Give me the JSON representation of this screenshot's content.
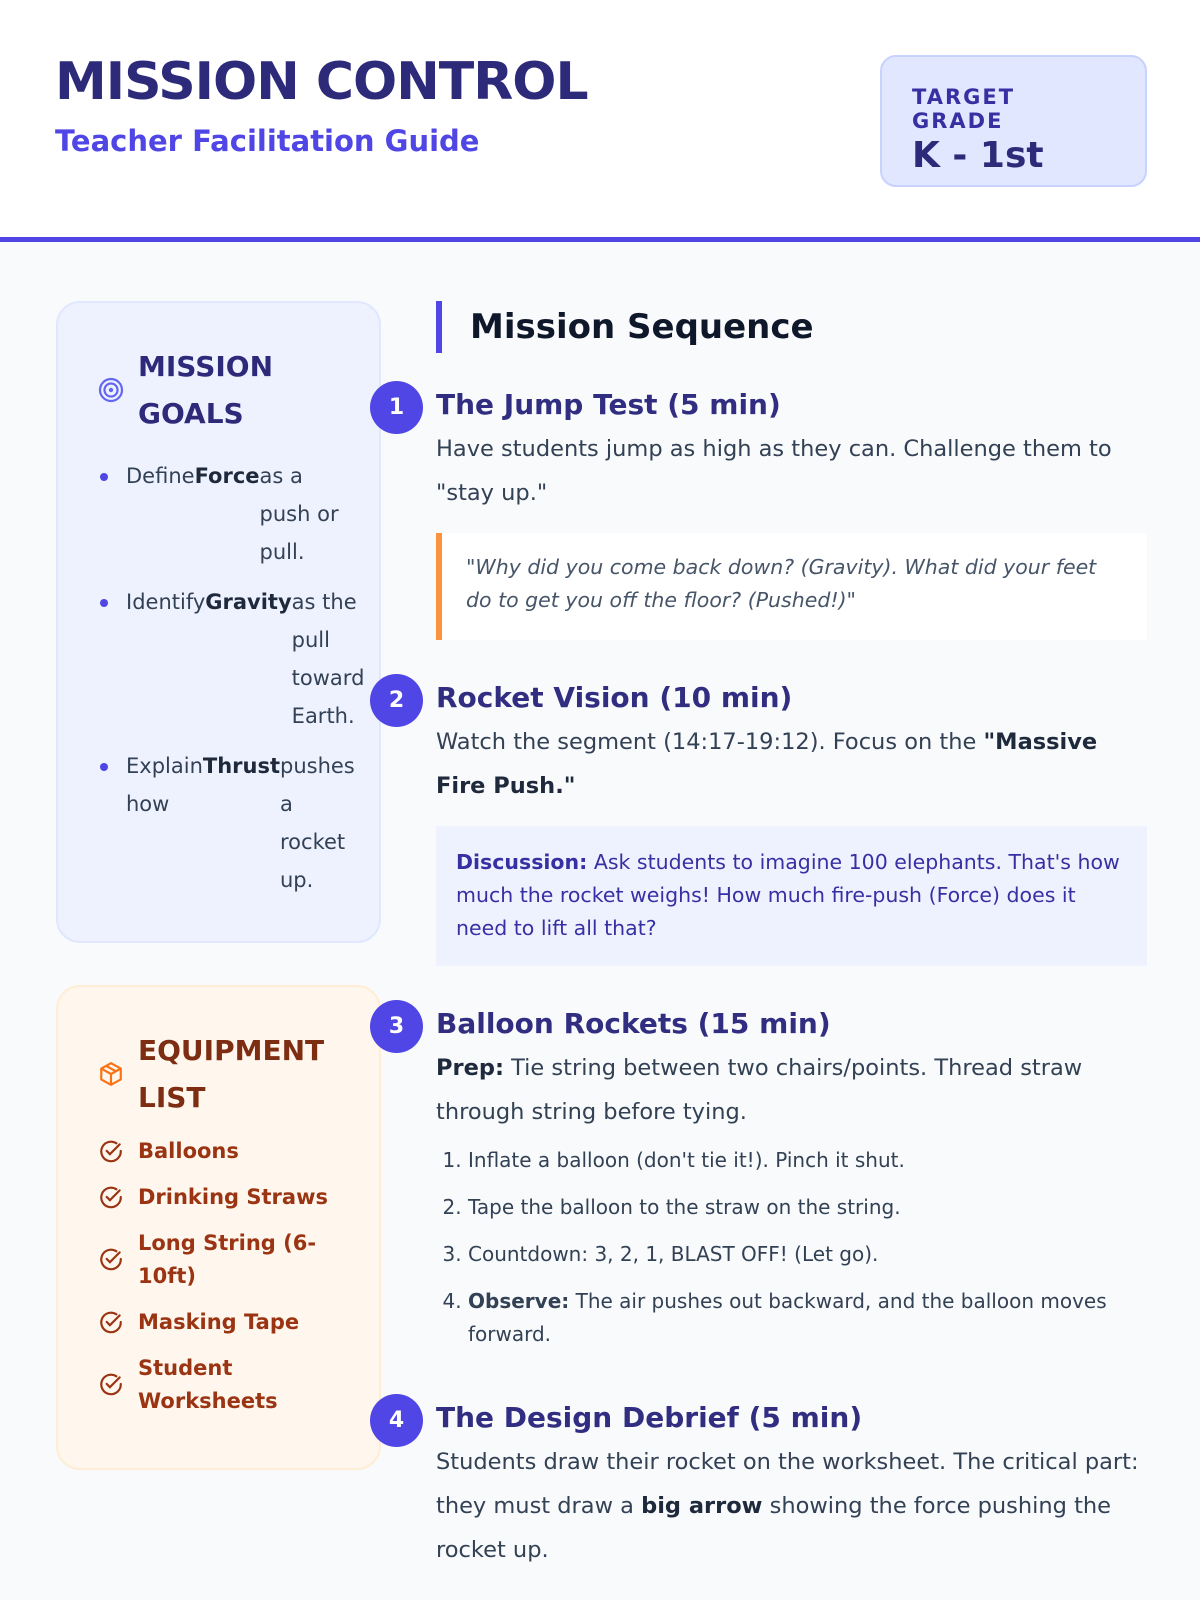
{
  "header": {
    "title": "MISSION CONTROL",
    "subtitle": "Teacher Facilitation Guide",
    "grade_label": "TARGET GRADE",
    "grade_value": "K - 1st"
  },
  "goals": {
    "title_1": "MISSION",
    "title_2": "GOALS",
    "icon": "target-icon",
    "items": [
      {
        "pre": "Define",
        "bold": "Force",
        "post": "as a push or pull."
      },
      {
        "pre": "Identify",
        "bold": "Gravity",
        "post": "as the pull toward Earth."
      },
      {
        "pre": "Explain how",
        "bold": "Thrust",
        "post": "pushes a rocket up."
      }
    ]
  },
  "equipment": {
    "title_1": "EQUIPMENT",
    "title_2": "LIST",
    "icon": "package-icon",
    "items": [
      "Balloons",
      "Drinking Straws",
      "Long String (6-10ft)",
      "Masking Tape",
      "Student Worksheets"
    ]
  },
  "sequence": {
    "title": "Mission Sequence",
    "steps": [
      {
        "num": "1",
        "title": "The Jump Test (5 min)",
        "body": "Have students jump as high as they can. Challenge them to \"stay up.\"",
        "quote": "\"Why did you come back down? (Gravity). What did your feet do to get you off the floor? (Pushed!)\""
      },
      {
        "num": "2",
        "title": "Rocket Vision (10 min)",
        "body": "Watch the segment (14:17-19:12). Focus on the ",
        "body_bold": "\"Massive Fire Push.\"",
        "disc_label": "Discussion:",
        "disc_text": " Ask students to imagine 100 elephants. That's how much the rocket weighs! How much fire-push (Force) does it need to lift all that?"
      },
      {
        "num": "3",
        "title": "Balloon Rockets (15 min)",
        "prep_label": "Prep:",
        "prep_text": " Tie string between two chairs/points. Thread straw through string before tying.",
        "list": [
          "Inflate a balloon (don't tie it!). Pinch it shut.",
          "Tape the balloon to the straw on the string.",
          "Countdown: 3, 2, 1, BLAST OFF! (Let go)."
        ],
        "observe_label": "Observe:",
        "observe_text": " The air pushes out backward, and the balloon moves forward."
      },
      {
        "num": "4",
        "title": "The Design Debrief (5 min)",
        "body_pre": "Students draw their rocket on the worksheet. The critical part: they must draw a ",
        "body_bold": "big arrow",
        "body_post": " showing the force pushing the rocket up."
      }
    ]
  }
}
